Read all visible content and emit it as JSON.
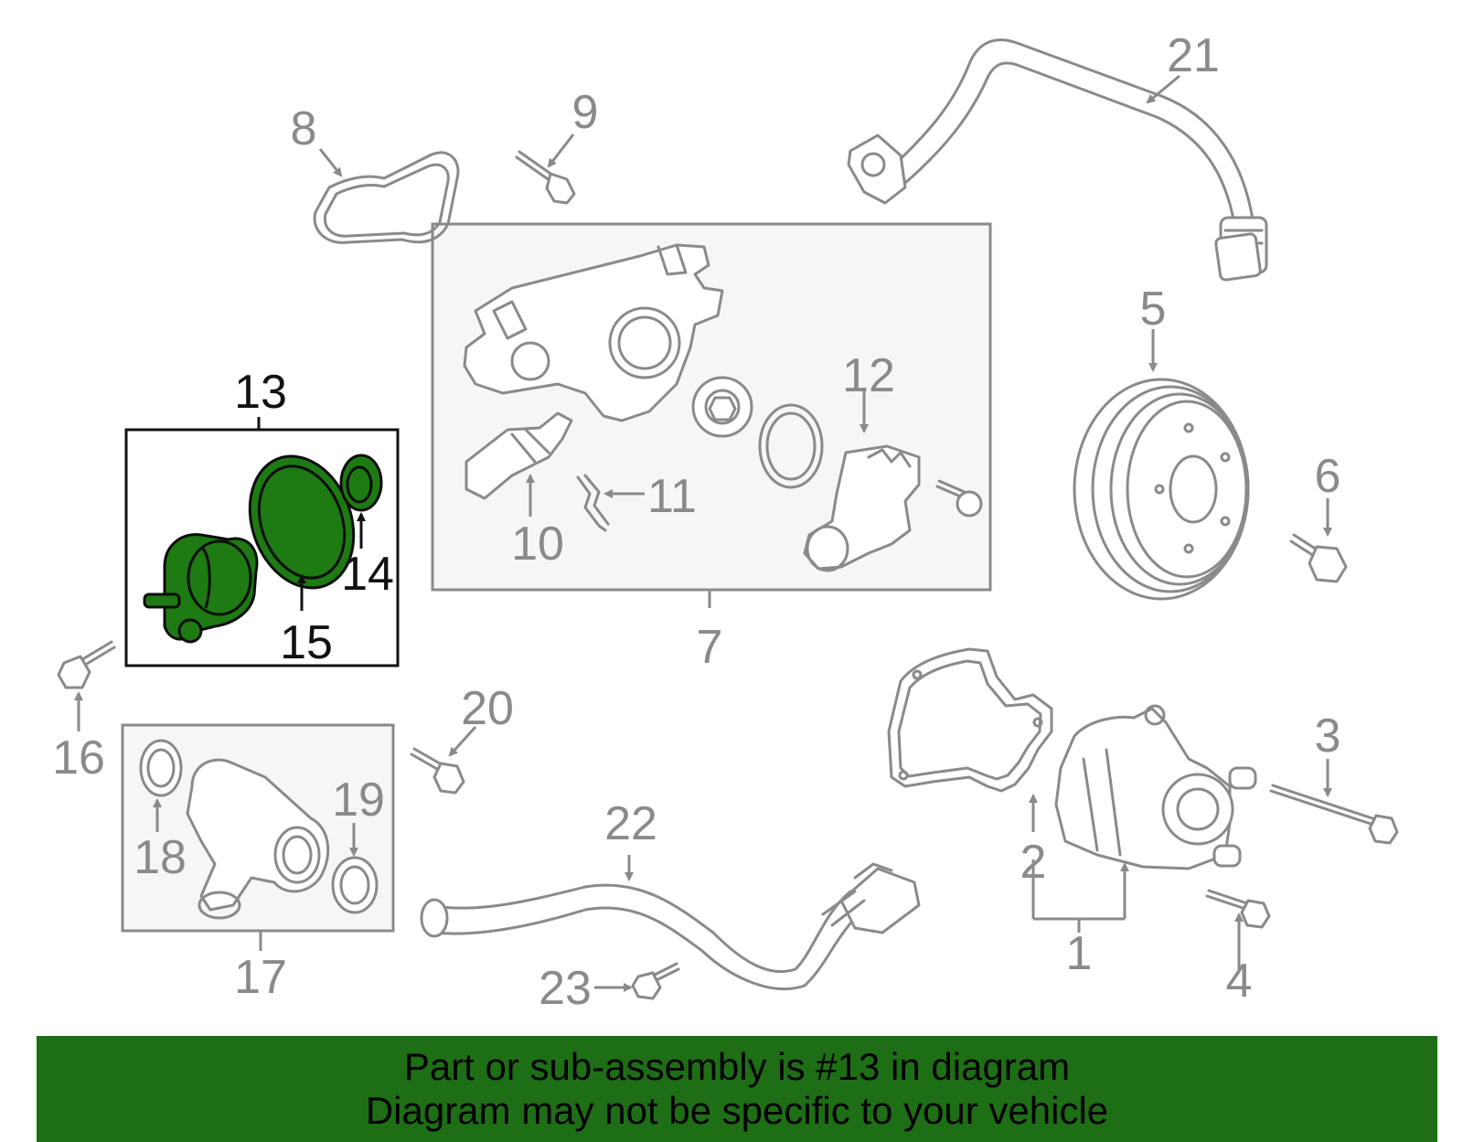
{
  "diagram": {
    "highlight_color": "#1e7a12",
    "callouts": [
      {
        "id": "c1",
        "text": "1"
      },
      {
        "id": "c2",
        "text": "2"
      },
      {
        "id": "c3",
        "text": "3"
      },
      {
        "id": "c4",
        "text": "4"
      },
      {
        "id": "c5",
        "text": "5"
      },
      {
        "id": "c6",
        "text": "6"
      },
      {
        "id": "c7",
        "text": "7"
      },
      {
        "id": "c8",
        "text": "8"
      },
      {
        "id": "c9",
        "text": "9"
      },
      {
        "id": "c10",
        "text": "10"
      },
      {
        "id": "c11",
        "text": "11"
      },
      {
        "id": "c12",
        "text": "12"
      },
      {
        "id": "c13",
        "text": "13",
        "highlighted": true
      },
      {
        "id": "c14",
        "text": "14",
        "highlighted": true
      },
      {
        "id": "c15",
        "text": "15",
        "highlighted": true
      },
      {
        "id": "c16",
        "text": "16"
      },
      {
        "id": "c17",
        "text": "17"
      },
      {
        "id": "c18",
        "text": "18"
      },
      {
        "id": "c19",
        "text": "19"
      },
      {
        "id": "c20",
        "text": "20"
      },
      {
        "id": "c21",
        "text": "21"
      },
      {
        "id": "c22",
        "text": "22"
      },
      {
        "id": "c23",
        "text": "23"
      }
    ]
  },
  "banner": {
    "line1": "Part or sub-assembly is #13 in diagram",
    "line2": "Diagram may not be specific to your vehicle",
    "background": "#1e6e16"
  }
}
